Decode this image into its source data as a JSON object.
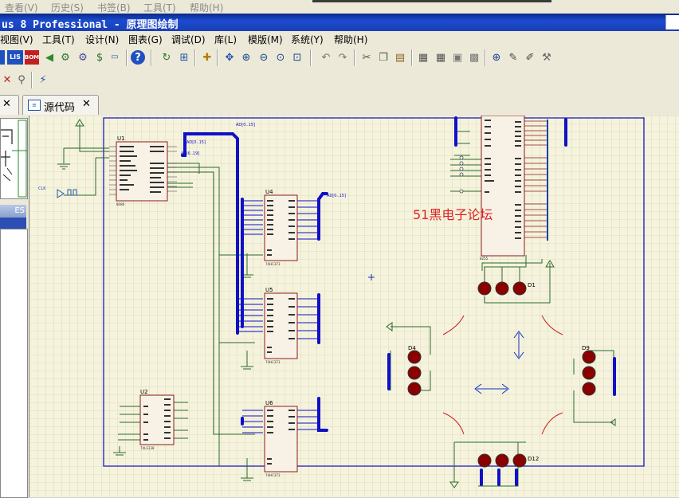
{
  "os_menu": {
    "view": "查看(V)",
    "history": "历史(S)",
    "bookmarks": "书签(B)",
    "tools": "工具(T)",
    "help": "帮助(H)"
  },
  "window": {
    "title": "us 8 Professional - 原理图绘制"
  },
  "menu": {
    "items": [
      "视图(V)",
      "工具(T)",
      "设计(N)",
      "图表(G)",
      "调试(D)",
      "库(L)",
      "模版(M)",
      "系统(Y)",
      "帮助(H)"
    ]
  },
  "toolbar": {
    "btn_label_1": "LIS",
    "btn_label_2": "BOM",
    "icons": [
      "isis-icon",
      "ares-icon",
      "back-icon",
      "3d-icon",
      "cog-icon",
      "dollar-icon",
      "zip-icon",
      "help-icon",
      "refresh-icon",
      "grid-icon",
      "origin-icon",
      "pan-icon",
      "zoom-in-icon",
      "zoom-out-icon",
      "zoom-all-icon",
      "zoom-area-icon",
      "undo-icon",
      "redo-icon",
      "cut-icon",
      "copy-icon",
      "paste-icon",
      "block-copy-icon",
      "block-move-icon",
      "block-rotate-icon",
      "block-delete-icon",
      "pick-icon",
      "make-device-icon",
      "package-icon",
      "decompose-icon"
    ]
  },
  "tabs": [
    {
      "label": "源代码"
    }
  ],
  "left_panel": {
    "label": "ES"
  },
  "schematic": {
    "watermark": "51黑电子论坛",
    "colors": {
      "sheet_bg": "#f5f3dc",
      "grid": "#c8c7b2",
      "border": "#1c1cbe",
      "bus": "#1010c8",
      "wire": "#2a6a2a",
      "chip_fill": "#f8f2e6",
      "chip_border": "#8b1a1a",
      "led": "#8b0000",
      "watermark": "#e02020"
    },
    "chips": [
      {
        "ref": "U1",
        "part": "8086"
      },
      {
        "ref": "U2",
        "part": "74LS138"
      },
      {
        "ref": "U4",
        "part": "74HC373"
      },
      {
        "ref": "U5",
        "part": "74HC373"
      },
      {
        "ref": "U6",
        "part": "74HC373"
      },
      {
        "ref": "",
        "part": "8255"
      }
    ],
    "leds": [
      "D1",
      "D4",
      "D9",
      "D12"
    ],
    "signal_labels": [
      "CLK",
      "AD[0..15]",
      "A[16..19]",
      "AD[0..15]"
    ]
  }
}
